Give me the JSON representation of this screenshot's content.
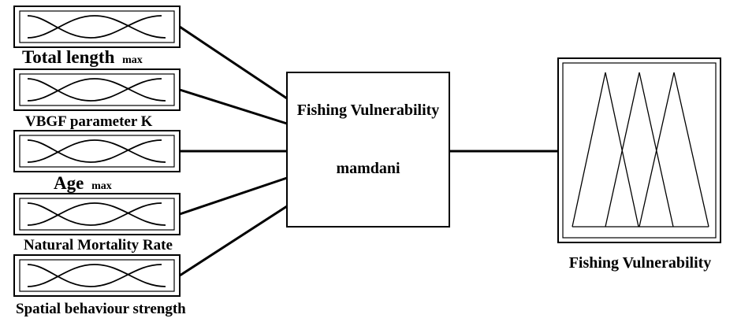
{
  "inputs": [
    {
      "label": "Total length",
      "subscript": "max"
    },
    {
      "label": "VBGF parameter K",
      "subscript": ""
    },
    {
      "label": "Age",
      "subscript": "max"
    },
    {
      "label": "Natural Mortality Rate",
      "subscript": ""
    },
    {
      "label": "Spatial behaviour strength",
      "subscript": ""
    }
  ],
  "system": {
    "title": "Fishing Vulnerability",
    "method": "mamdani"
  },
  "output": {
    "label": "Fishing Vulnerability"
  }
}
